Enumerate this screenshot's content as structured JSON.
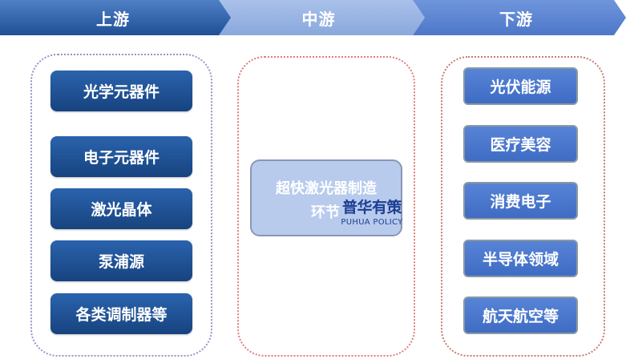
{
  "stages": {
    "upstream": "上游",
    "midstream": "中游",
    "downstream": "下游"
  },
  "upstream_items": [
    "光学元器件",
    "电子元器件",
    "激光晶体",
    "泵浦源",
    "各类调制器等"
  ],
  "midstream": {
    "line1": "超快激光器制造",
    "line2": "环节"
  },
  "downstream_items": [
    "光伏能源",
    "医疗美容",
    "消费电子",
    "半导体领域",
    "航天航空等"
  ],
  "watermark": {
    "cn": "普华有策",
    "en": "PUHUA POLICY"
  },
  "colors": {
    "upstream": "#1f4f95",
    "midstream": "#a9c1ea",
    "downstream": "#4d77c9"
  }
}
